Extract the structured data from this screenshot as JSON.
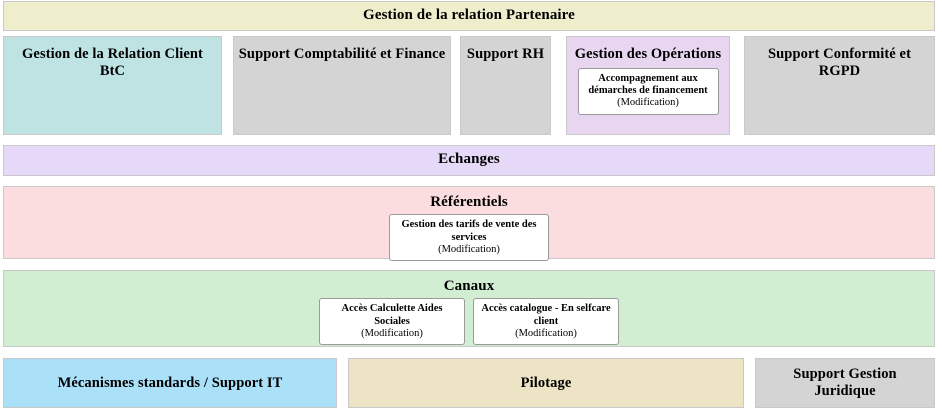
{
  "header": {
    "title": "Gestion de la relation Partenaire",
    "bg": "#eeeecc"
  },
  "capabilities": [
    {
      "label": "Gestion de la Relation Client BtC",
      "bg": "#bfe3e3",
      "modifications": []
    },
    {
      "label": "Support Comptabilité et Finance",
      "bg": "#d4d4d4",
      "modifications": []
    },
    {
      "label": "Support RH",
      "bg": "#d4d4d4",
      "modifications": []
    },
    {
      "label": "Gestion des Opérations",
      "bg": "#e8d6f0",
      "modifications": [
        {
          "name": "Accompagnement aux démarches de financement",
          "state": "(Modification)"
        }
      ]
    },
    {
      "label": "Support Conformité et RGPD",
      "bg": "#d4d4d4",
      "modifications": []
    }
  ],
  "layers": [
    {
      "label": "Echanges",
      "bg": "#e6d9f7",
      "modifications": []
    },
    {
      "label": "Référentiels",
      "bg": "#fbdcdf",
      "modifications": [
        {
          "name": "Gestion des tarifs de vente des services",
          "state": "(Modification)"
        }
      ]
    },
    {
      "label": "Canaux",
      "bg": "#d2eed2",
      "modifications": [
        {
          "name": "Accès Calculette Aides Sociales",
          "state": "(Modification)"
        },
        {
          "name": "Accès catalogue - En selfcare client",
          "state": "(Modification)"
        }
      ]
    }
  ],
  "footer": [
    {
      "label": "Mécanismes standards / Support IT",
      "bg": "#aae1f9"
    },
    {
      "label": "Pilotage",
      "bg": "#ece4c4"
    },
    {
      "label": "Support Gestion Juridique",
      "bg": "#d4d4d4"
    }
  ],
  "colors": {
    "border": "#c9c9c9",
    "card_border": "#9a9a9a",
    "text": "#000000",
    "page_bg": "#ffffff"
  }
}
